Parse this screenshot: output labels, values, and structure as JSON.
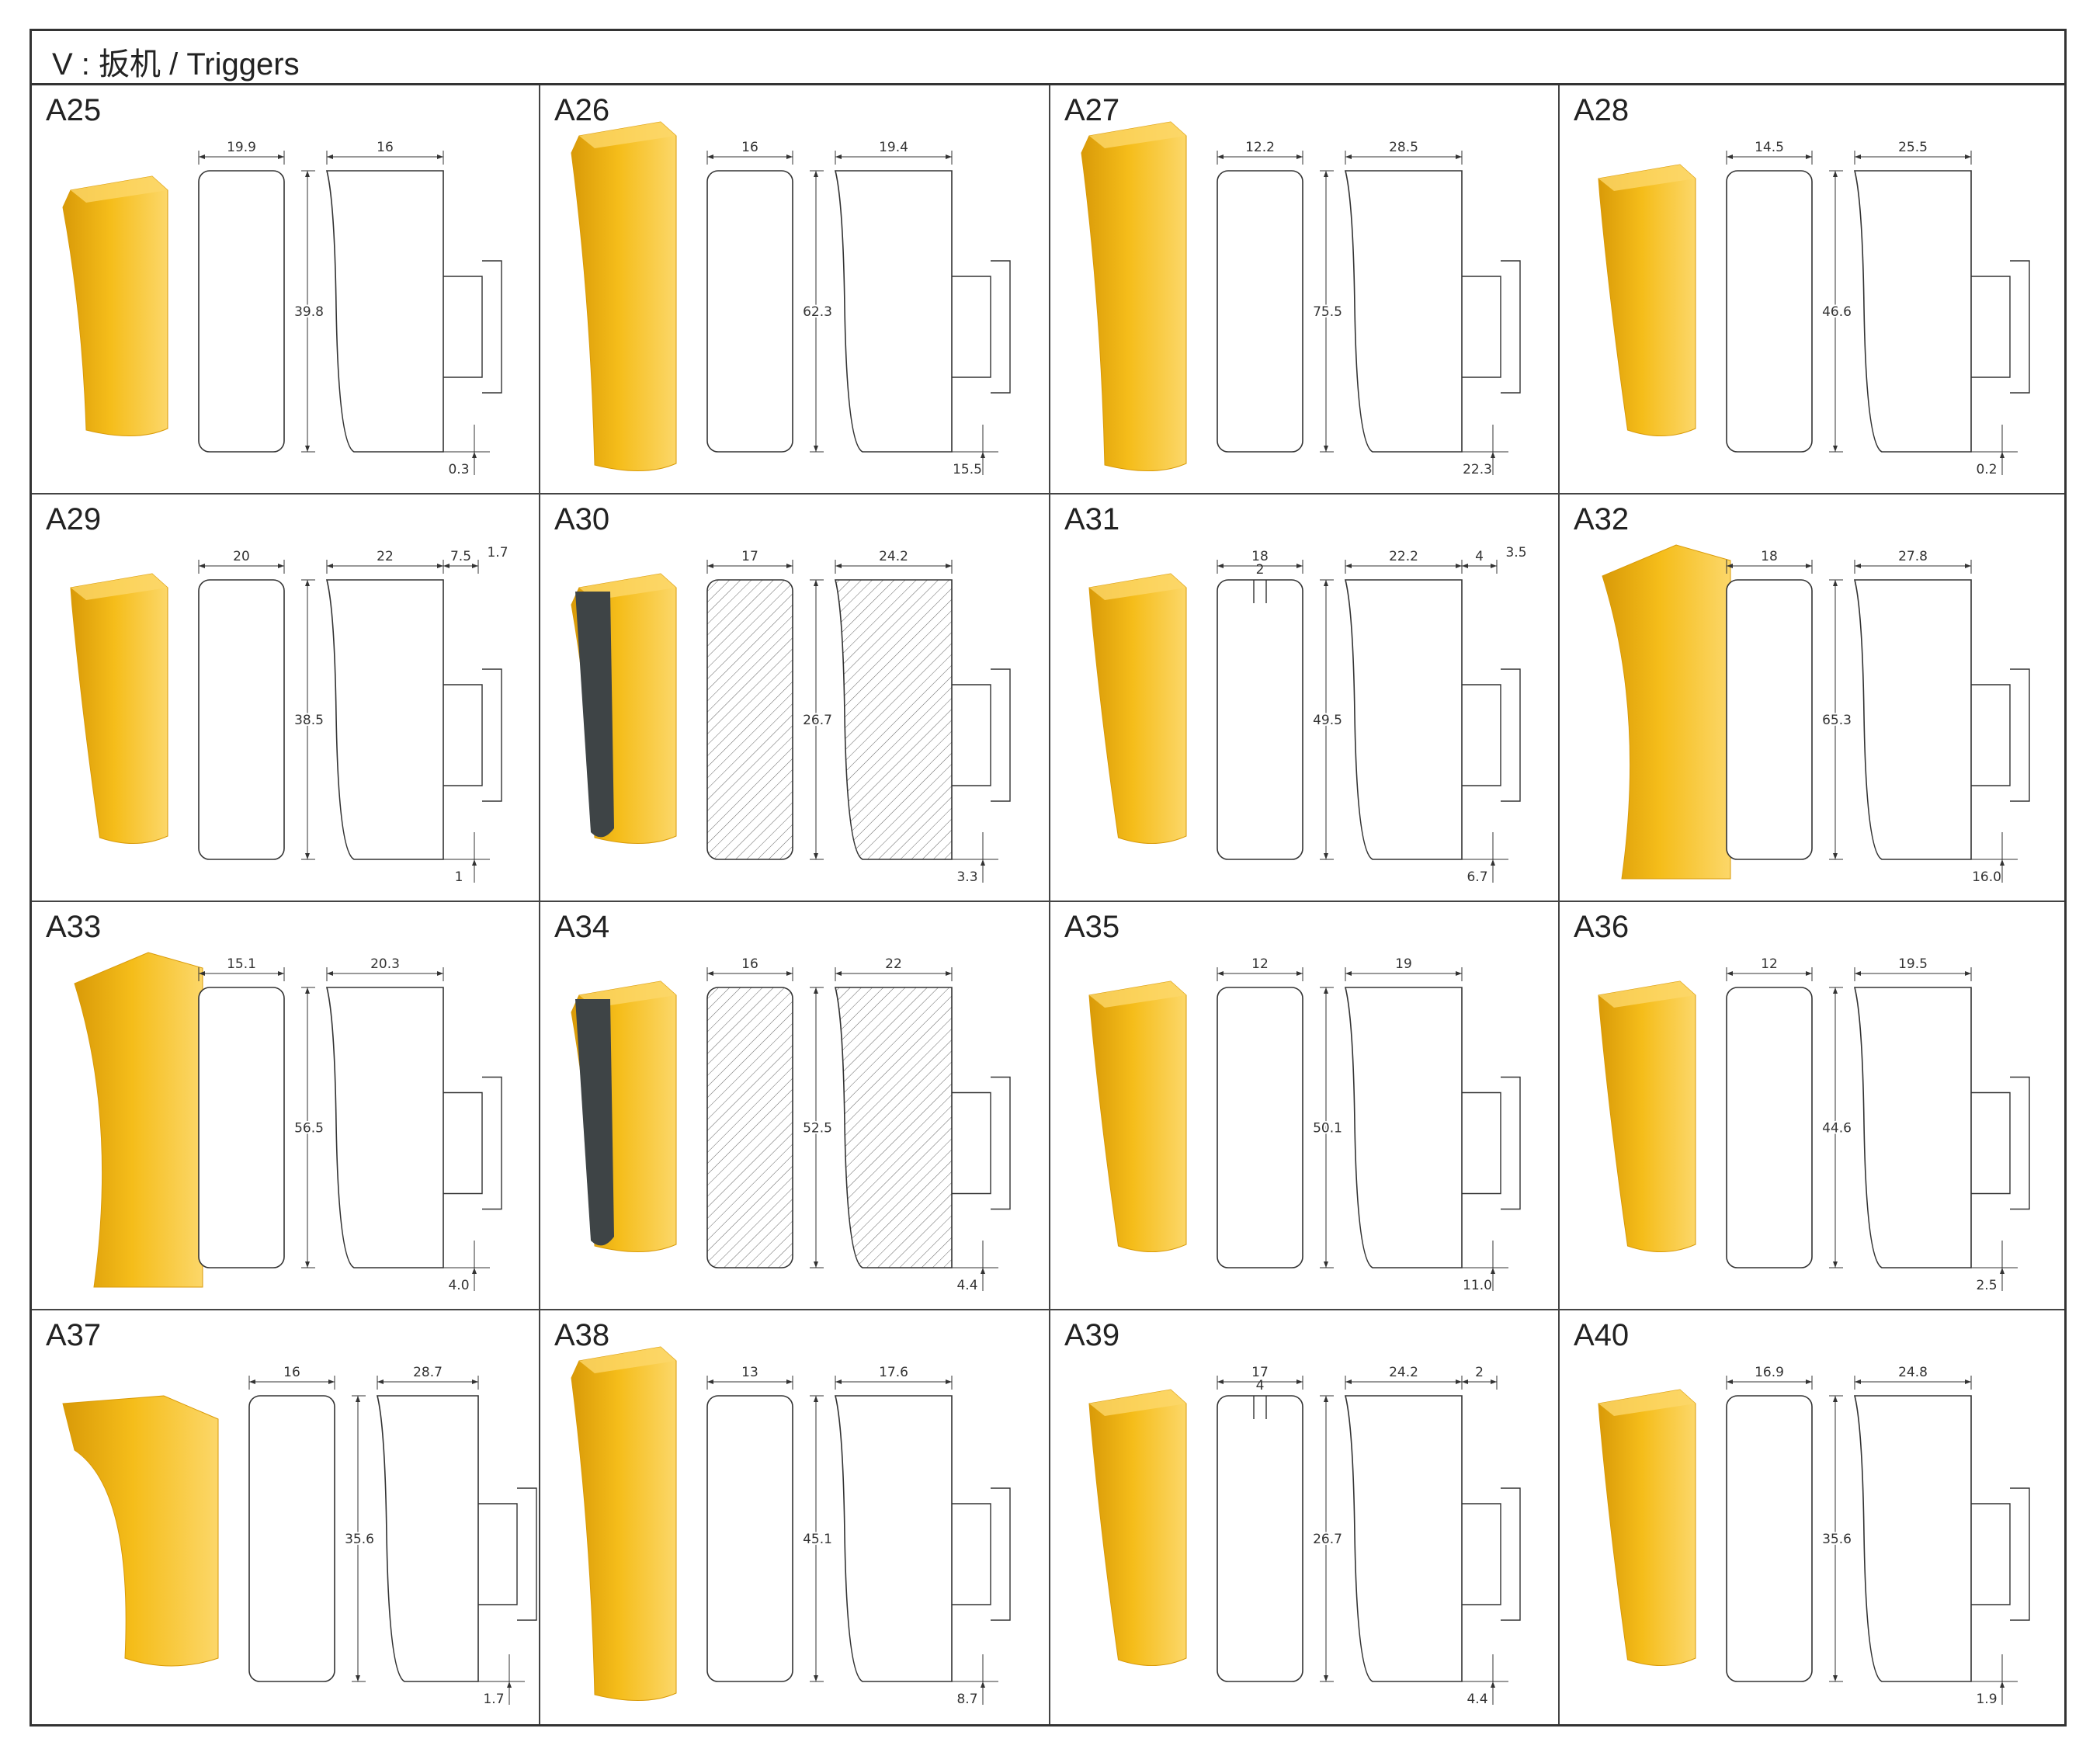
{
  "header": {
    "title": "V : 扳机 / Triggers"
  },
  "colors": {
    "body": "#f5bd1a",
    "body_dark": "#d99a08",
    "body_light": "#fcd769",
    "grip": "#3e4446",
    "line": "#333333"
  },
  "items": [
    {
      "id": "A25",
      "style": "wedge",
      "grip": false,
      "hatch": false,
      "dims": {
        "front_width": "19.9",
        "side_width": "16",
        "height": "39.8",
        "bottom": "0.3"
      }
    },
    {
      "id": "A26",
      "style": "tall",
      "grip": false,
      "hatch": false,
      "dims": {
        "front_width": "16",
        "side_width": "19.4",
        "height": "62.3",
        "bottom": "15.5"
      }
    },
    {
      "id": "A27",
      "style": "tall",
      "grip": false,
      "hatch": false,
      "dims": {
        "front_width": "12.2",
        "side_width": "28.5",
        "height": "75.5",
        "bottom": "22.3"
      }
    },
    {
      "id": "A28",
      "style": "hook",
      "grip": false,
      "hatch": false,
      "dims": {
        "front_width": "14.5",
        "side_width": "25.5",
        "height": "46.6",
        "bottom": "0.2"
      }
    },
    {
      "id": "A29",
      "style": "hook",
      "grip": false,
      "hatch": false,
      "dims": {
        "front_width": "20",
        "side_width": "22",
        "side_extra": "7.5",
        "top_extra": "1.7",
        "height": "38.5",
        "bottom": "1"
      }
    },
    {
      "id": "A30",
      "style": "grip",
      "grip": true,
      "hatch": true,
      "dims": {
        "front_width": "17",
        "side_width": "24.2",
        "height": "26.7",
        "bottom": "3.3"
      }
    },
    {
      "id": "A31",
      "style": "hook",
      "grip": false,
      "hatch": false,
      "dims": {
        "front_width": "18",
        "slot": "2",
        "side_width": "22.2",
        "side_extra": "4",
        "top_extra": "3.5",
        "height": "49.5",
        "bottom": "6.7"
      }
    },
    {
      "id": "A32",
      "style": "curve",
      "grip": false,
      "hatch": false,
      "dims": {
        "front_width": "18",
        "side_width": "27.8",
        "height": "65.3",
        "bottom": "16.0"
      }
    },
    {
      "id": "A33",
      "style": "curve",
      "grip": false,
      "hatch": false,
      "dims": {
        "front_width": "15.1",
        "side_width": "20.3",
        "height": "56.5",
        "bottom": "4.0"
      }
    },
    {
      "id": "A34",
      "style": "grip",
      "grip": true,
      "hatch": true,
      "dims": {
        "front_width": "16",
        "side_width": "22",
        "height": "52.5",
        "bottom": "4.4"
      }
    },
    {
      "id": "A35",
      "style": "hook",
      "grip": false,
      "hatch": false,
      "dims": {
        "front_width": "12",
        "side_width": "19",
        "height": "50.1",
        "bottom": "11.0"
      }
    },
    {
      "id": "A36",
      "style": "hook",
      "grip": false,
      "hatch": false,
      "dims": {
        "front_width": "12",
        "side_width": "19.5",
        "height": "44.6",
        "bottom": "2.5"
      }
    },
    {
      "id": "A37",
      "style": "wide",
      "grip": false,
      "hatch": false,
      "dims": {
        "front_width": "16",
        "side_width": "28.7",
        "height": "35.6",
        "bottom": "1.7"
      }
    },
    {
      "id": "A38",
      "style": "tall",
      "grip": false,
      "hatch": false,
      "dims": {
        "front_width": "13",
        "side_width": "17.6",
        "height": "45.1",
        "bottom": "8.7"
      }
    },
    {
      "id": "A39",
      "style": "hook",
      "grip": false,
      "hatch": false,
      "dims": {
        "front_width": "17",
        "slot": "4",
        "side_width": "24.2",
        "side_extra": "2",
        "height": "26.7",
        "bottom": "4.4"
      }
    },
    {
      "id": "A40",
      "style": "hook",
      "grip": false,
      "hatch": false,
      "dims": {
        "front_width": "16.9",
        "side_width": "24.8",
        "height": "35.6",
        "bottom": "1.9"
      }
    }
  ]
}
